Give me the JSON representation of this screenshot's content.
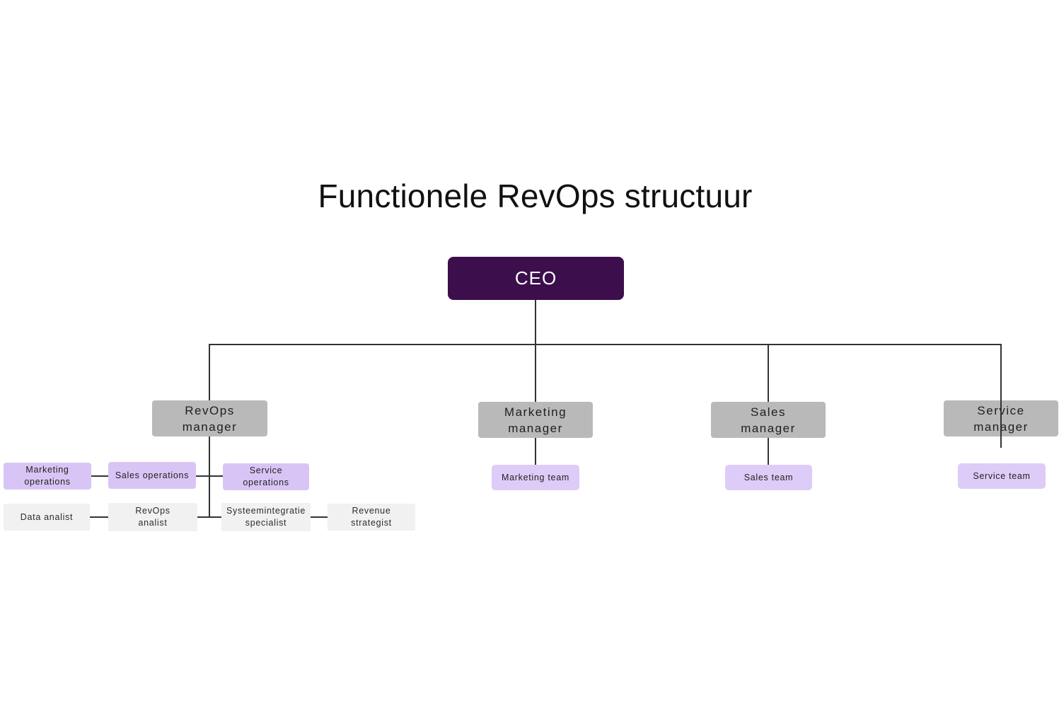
{
  "title": "Functionele RevOps structuur",
  "colors": {
    "background": "#ffffff",
    "ceo_fill": "#3d0e4c",
    "ceo_text": "#ffffff",
    "manager_fill": "#b9b9b9",
    "purple_fill": "#d9c5f5",
    "team_fill": "#ddccf7",
    "muted_fill": "#f1f1f1",
    "node_text": "#1f1f1f",
    "line_color": "#333333"
  },
  "nodes": {
    "ceo": {
      "label": "CEO"
    },
    "revops_manager": {
      "line1": "RevOps",
      "line2": "manager"
    },
    "marketing_manager": {
      "line1": "Marketing",
      "line2": "manager"
    },
    "sales_manager": {
      "line1": "Sales",
      "line2": "manager"
    },
    "service_manager": {
      "line1": "Service",
      "line2": "manager"
    },
    "marketing_operations": {
      "line1": "Marketing",
      "line2": "operations"
    },
    "sales_operations": {
      "label": "Sales operations"
    },
    "service_operations": {
      "line1": "Service",
      "line2": "operations"
    },
    "data_analist": {
      "label": "Data analist"
    },
    "revops_analist": {
      "line1": "RevOps",
      "line2": "analist"
    },
    "systeemintegratie_specialist": {
      "line1": "Systeemintegratie",
      "line2": "specialist"
    },
    "revenue_strategist": {
      "line1": "Revenue",
      "line2": "strategist"
    },
    "marketing_team": {
      "label": "Marketing team"
    },
    "sales_team": {
      "label": "Sales team"
    },
    "service_team": {
      "label": "Service team"
    }
  },
  "structure": {
    "root": "CEO",
    "branches": [
      {
        "manager": "RevOps manager",
        "reports": [
          "Marketing operations",
          "Sales operations",
          "Service operations",
          "Data analist",
          "RevOps analist",
          "Systeemintegratie specialist",
          "Revenue strategist"
        ]
      },
      {
        "manager": "Marketing manager",
        "reports": [
          "Marketing team"
        ]
      },
      {
        "manager": "Sales manager",
        "reports": [
          "Sales team"
        ]
      },
      {
        "manager": "Service manager",
        "reports": [
          "Service team"
        ]
      }
    ]
  }
}
